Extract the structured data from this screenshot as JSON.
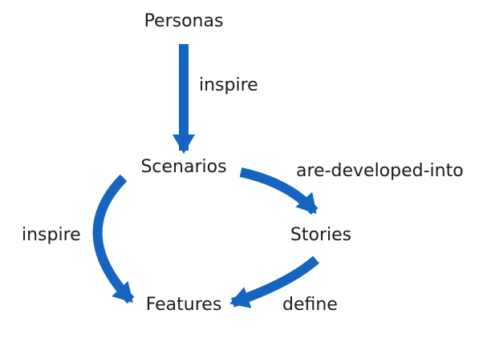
{
  "nodes": {
    "personas": "Personas",
    "scenarios": "Scenarios",
    "stories": "Stories",
    "features": "Features"
  },
  "edges": {
    "personas_scenarios": "inspire",
    "scenarios_stories": "are-developed-into",
    "scenarios_features": "inspire",
    "stories_features": "define"
  },
  "colors": {
    "arrow": "#1565c0",
    "text": "#1a1a1a"
  }
}
